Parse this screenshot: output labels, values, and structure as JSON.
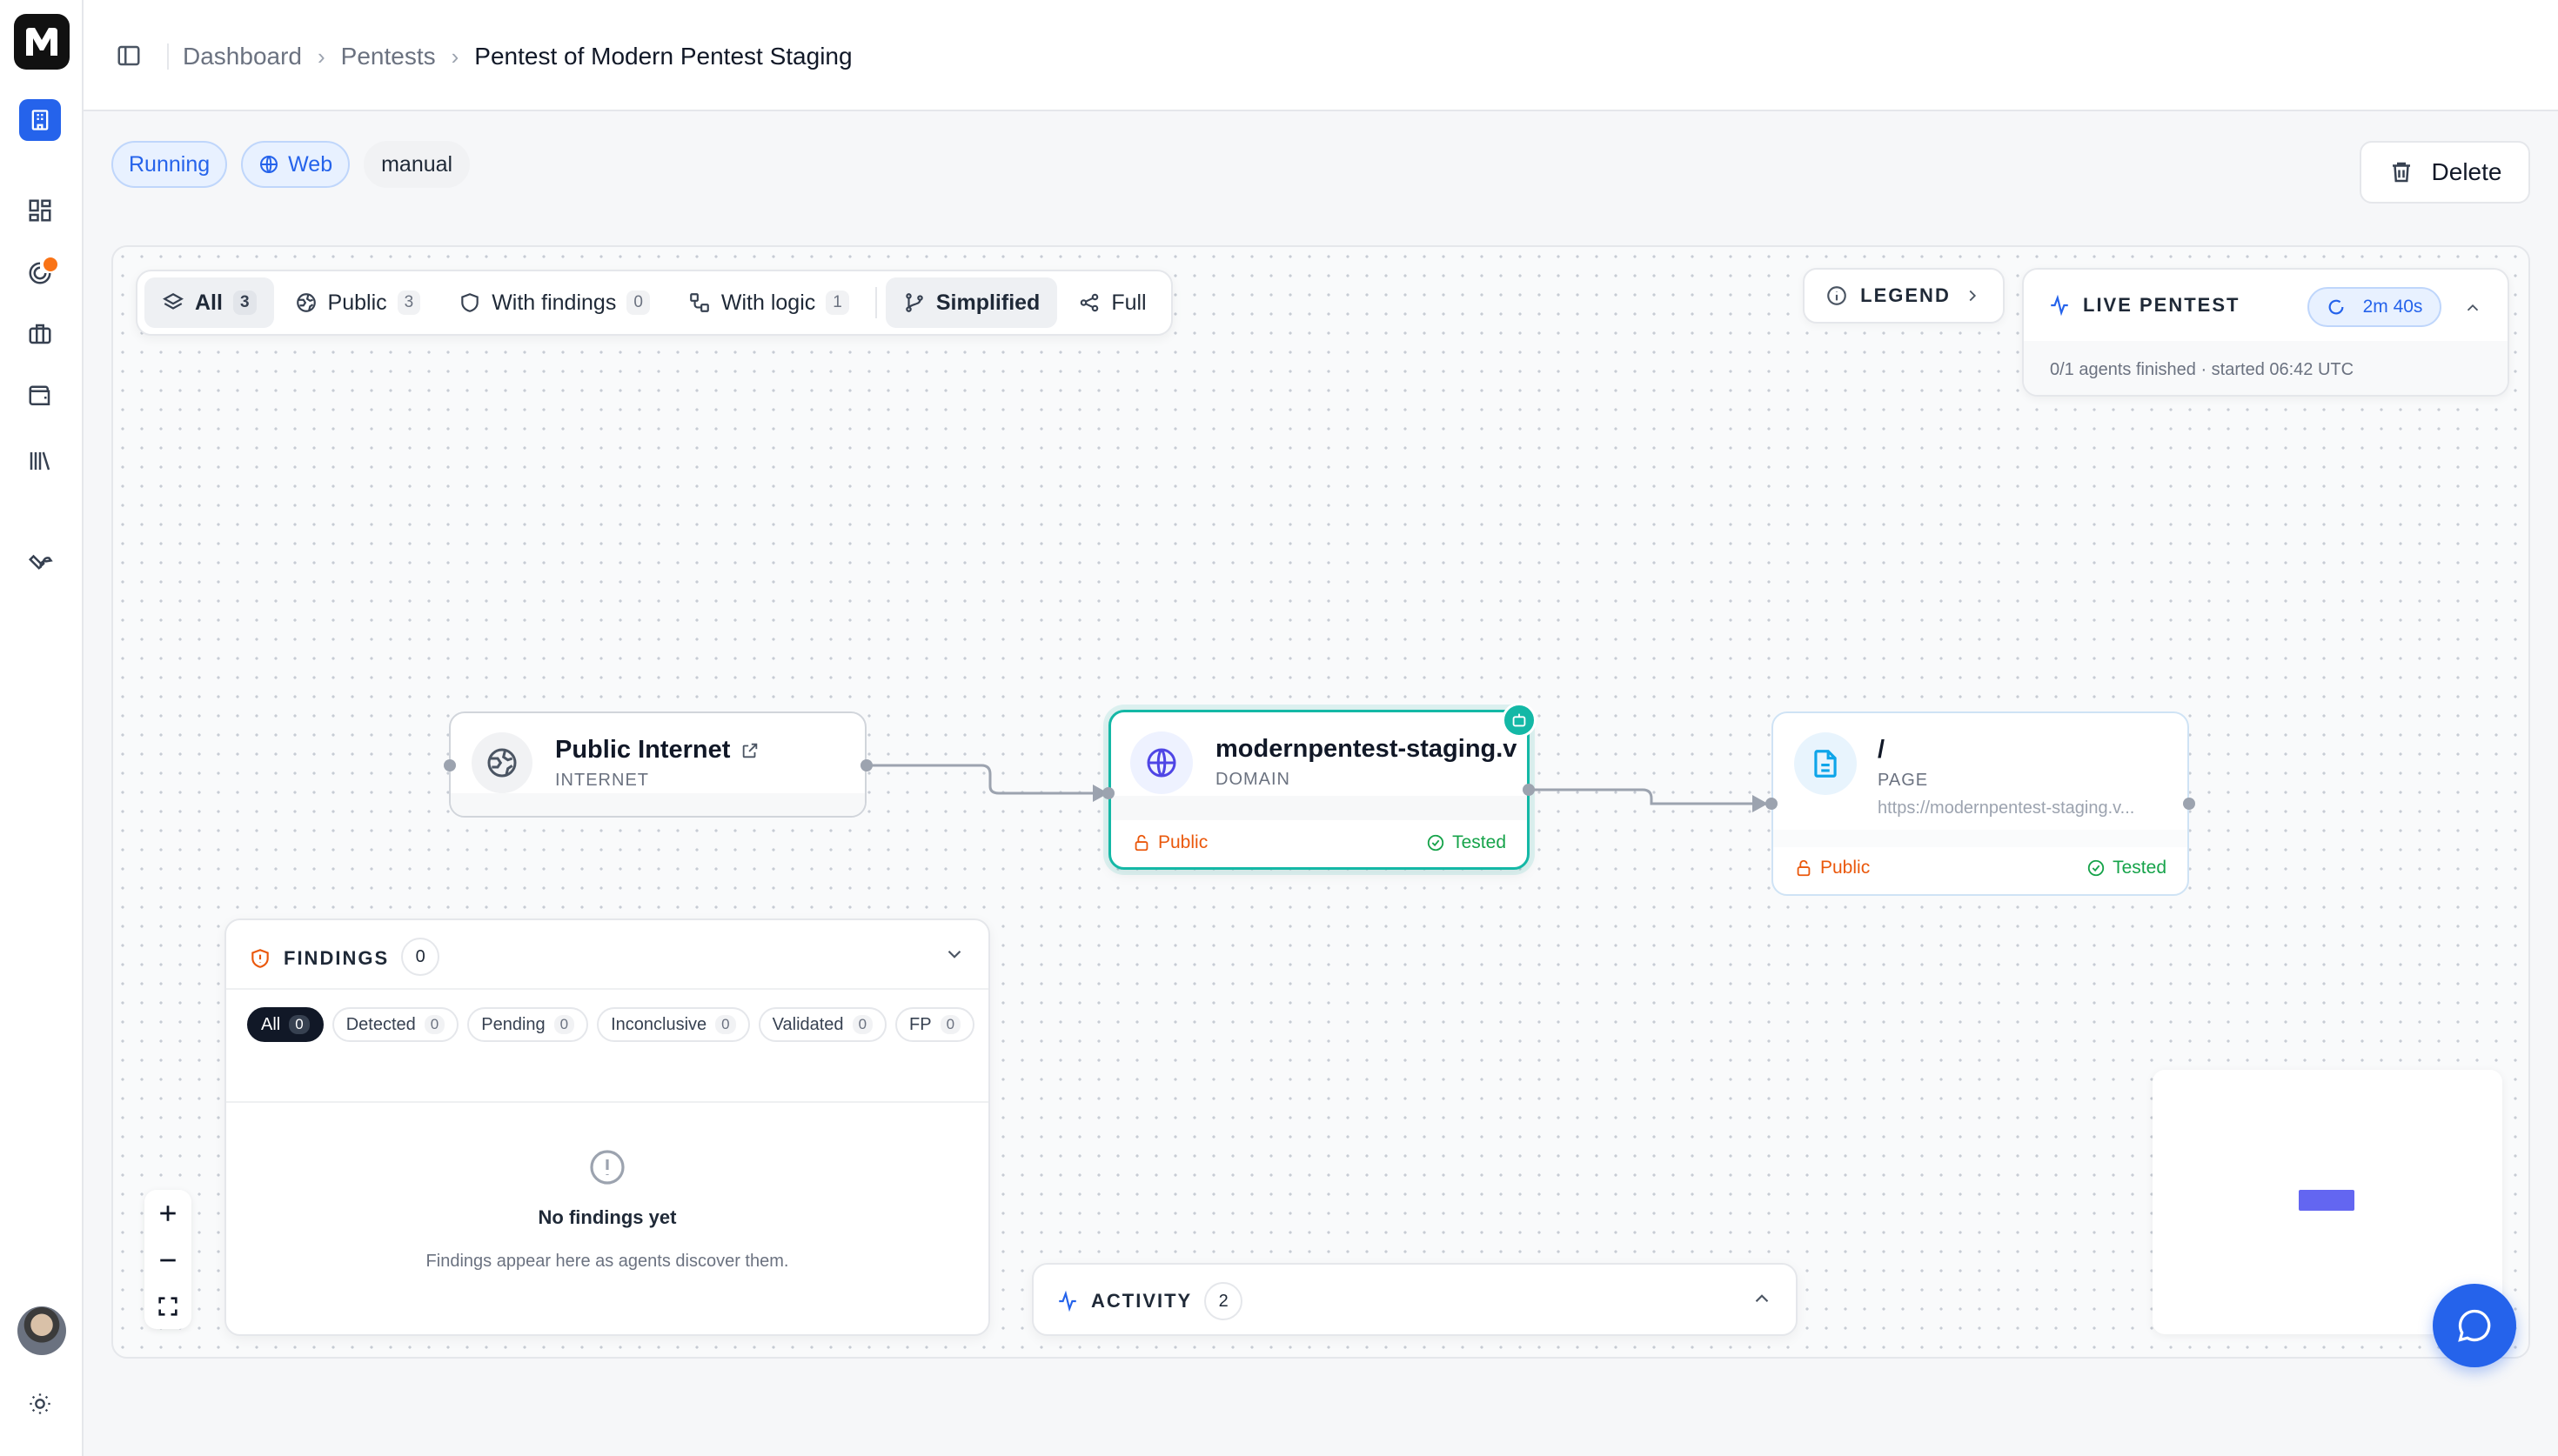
{
  "breadcrumb": {
    "items": [
      "Dashboard",
      "Pentests",
      "Pentest of Modern Pentest Staging"
    ]
  },
  "tags": {
    "status": "Running",
    "type": "Web",
    "mode": "manual"
  },
  "actions": {
    "delete_label": "Delete"
  },
  "filters": [
    {
      "label": "All",
      "count": "3",
      "active": true,
      "icon": "layers-icon"
    },
    {
      "label": "Public",
      "count": "3",
      "active": false,
      "icon": "globe-outline-icon"
    },
    {
      "label": "With findings",
      "count": "0",
      "active": false,
      "icon": "shield-icon"
    },
    {
      "label": "With logic",
      "count": "1",
      "active": false,
      "icon": "workflow-icon"
    }
  ],
  "views": [
    {
      "label": "Simplified",
      "active": true,
      "icon": "git-branch-icon"
    },
    {
      "label": "Full",
      "active": false,
      "icon": "share-icon"
    }
  ],
  "legend": {
    "label": "LEGEND"
  },
  "live": {
    "title": "LIVE PENTEST",
    "timer": "2m 40s",
    "status": "0/1 agents finished · started 06:42 UTC"
  },
  "nodes": {
    "internet": {
      "title": "Public Internet",
      "type": "INTERNET"
    },
    "domain": {
      "title": "modernpentest-staging.v",
      "type": "DOMAIN",
      "visibility": "Public",
      "state": "Tested"
    },
    "page": {
      "title": "/",
      "type": "PAGE",
      "url": "https://modernpentest-staging.v...",
      "visibility": "Public",
      "state": "Tested"
    }
  },
  "findings": {
    "title": "FINDINGS",
    "count": "0",
    "filters": [
      {
        "label": "All",
        "count": "0",
        "active": true
      },
      {
        "label": "Detected",
        "count": "0",
        "active": false
      },
      {
        "label": "Pending",
        "count": "0",
        "active": false
      },
      {
        "label": "Inconclusive",
        "count": "0",
        "active": false
      },
      {
        "label": "Validated",
        "count": "0",
        "active": false
      },
      {
        "label": "FP",
        "count": "0",
        "active": false
      }
    ],
    "empty_title": "No findings yet",
    "empty_desc": "Findings appear here as agents discover them."
  },
  "activity": {
    "title": "ACTIVITY",
    "count": "2"
  },
  "colors": {
    "accent": "#2563eb",
    "domain_border": "#14b8a6",
    "public": "#ea580c",
    "tested": "#16a34a",
    "findings_icon": "#ea580c",
    "notification_dot": "#f97316"
  }
}
